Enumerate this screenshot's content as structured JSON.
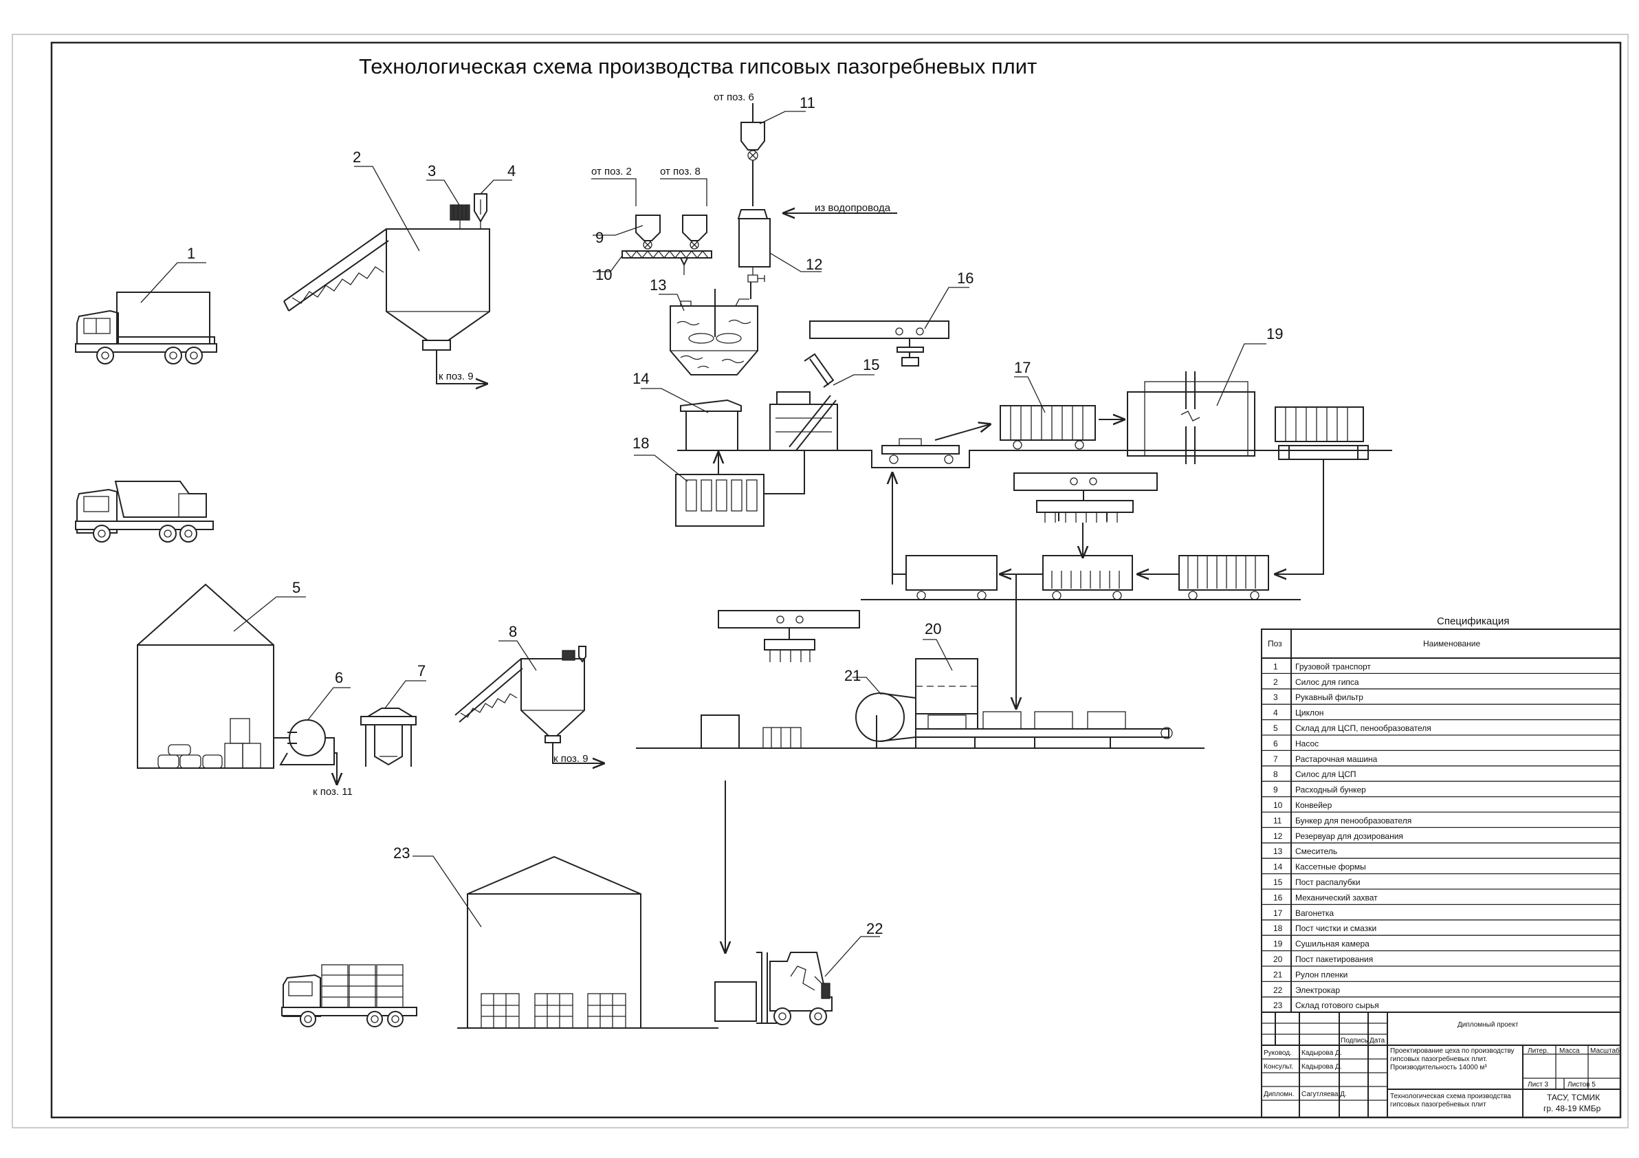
{
  "title": "Технологическая схема производства гипсовых пазогребневых плит",
  "labels": {
    "from_pos6": "от поз. 6",
    "from_pos2": "от поз. 2",
    "from_pos8": "от поз. 8",
    "from_water": "из водопровода",
    "to_pos9_a": "к поз. 9",
    "to_pos9_b": "к поз. 9",
    "to_pos11": "к поз. 11"
  },
  "numbers": [
    "1",
    "2",
    "3",
    "4",
    "5",
    "6",
    "7",
    "8",
    "9",
    "10",
    "11",
    "12",
    "13",
    "14",
    "15",
    "16",
    "17",
    "18",
    "19",
    "20",
    "21",
    "22",
    "23"
  ],
  "spec": {
    "title": "Спецификация",
    "col_pos": "Поз",
    "col_name": "Наименование",
    "rows": [
      {
        "pos": "1",
        "name": "Грузовой транспорт"
      },
      {
        "pos": "2",
        "name": "Силос для гипса"
      },
      {
        "pos": "3",
        "name": "Рукавный фильтр"
      },
      {
        "pos": "4",
        "name": "Циклон"
      },
      {
        "pos": "5",
        "name": "Склад для ЦСП, пенообразователя"
      },
      {
        "pos": "6",
        "name": "Насос"
      },
      {
        "pos": "7",
        "name": "Растарочная машина"
      },
      {
        "pos": "8",
        "name": "Силос для ЦСП"
      },
      {
        "pos": "9",
        "name": "Расходный бункер"
      },
      {
        "pos": "10",
        "name": "Конвейер"
      },
      {
        "pos": "11",
        "name": "Бункер для пенообразователя"
      },
      {
        "pos": "12",
        "name": "Резервуар для дозирования"
      },
      {
        "pos": "13",
        "name": "Смеситель"
      },
      {
        "pos": "14",
        "name": "Кассетные формы"
      },
      {
        "pos": "15",
        "name": "Пост распалубки"
      },
      {
        "pos": "16",
        "name": "Механический захват"
      },
      {
        "pos": "17",
        "name": "Вагонетка"
      },
      {
        "pos": "18",
        "name": "Пост чистки и смазки"
      },
      {
        "pos": "19",
        "name": "Сушильная камера"
      },
      {
        "pos": "20",
        "name": "Пост пакетирования"
      },
      {
        "pos": "21",
        "name": "Рулон пленки"
      },
      {
        "pos": "22",
        "name": "Электрокар"
      },
      {
        "pos": "23",
        "name": "Склад готового сырья"
      }
    ]
  },
  "title_block": {
    "project": "Дипломный проект",
    "signature": "Подпись",
    "date": "Дата",
    "role1": "Руковод.",
    "name1": "Кадырова Д.",
    "role2": "Консульт.",
    "name2": "Кадырова Д.",
    "role3": "Дипломн.",
    "name3": "Сагутляева Д.",
    "description_line1": "Проектирование цеха по производству",
    "description_line2": "гипсовых пазогребневых плит.",
    "description_line3": "Производительность 14000 м³",
    "sheet_title_line1": "Технологическая схема производства",
    "sheet_title_line2": "гипсовых пазогребневых плит",
    "liter": "Литер.",
    "mass": "Масса",
    "scale": "Масштаб",
    "sheet": "Лист  3",
    "sheets": "Листов  5",
    "org_line1": "ТАСУ, ТСМИК",
    "org_line2": "гр. 48-19 КМБр"
  }
}
